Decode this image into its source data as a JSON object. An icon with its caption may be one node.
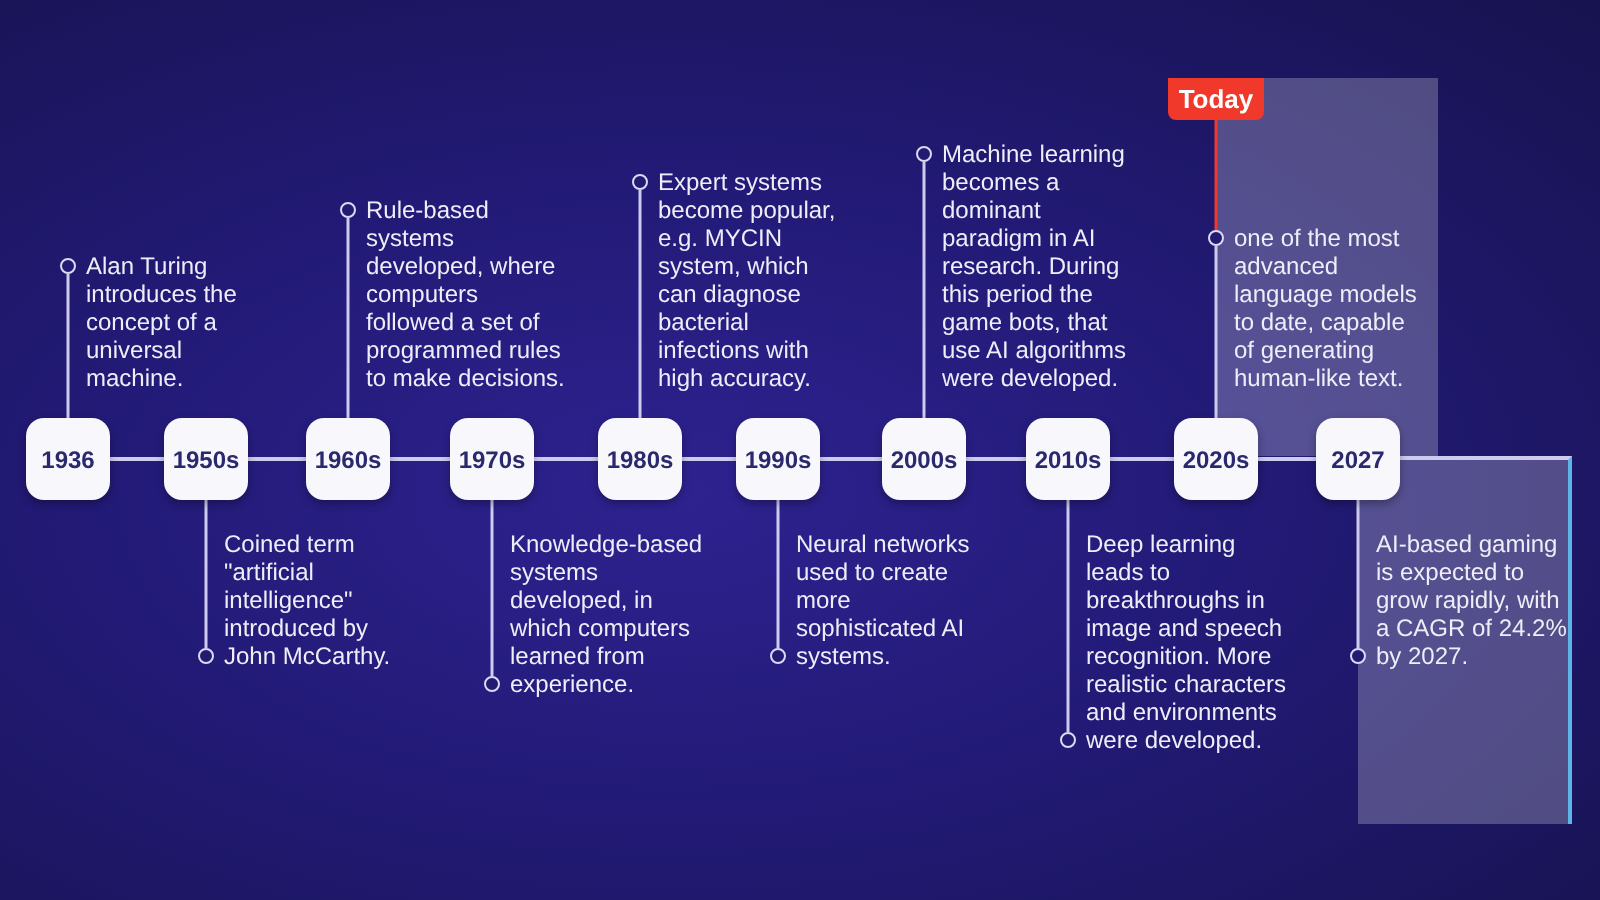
{
  "diagram": {
    "nodes": [
      {
        "text": [
          "1936"
        ]
      },
      {
        "text": [
          "1950s"
        ]
      },
      {
        "text": [
          "1960s"
        ]
      },
      {
        "text": [
          "1970s"
        ]
      },
      {
        "text": [
          "1980s"
        ]
      },
      {
        "text": [
          "1990s"
        ]
      },
      {
        "text": [
          "2000s"
        ]
      },
      {
        "text": [
          "2010s"
        ]
      },
      {
        "text": [
          "2020s"
        ]
      },
      {
        "text": [
          "2027"
        ]
      },
      {
        "text": [],
        "shape": "circle",
        "beside": [
          "Alan Turing introduces the concept of a universal machine."
        ]
      },
      {
        "text": [],
        "shape": "circle",
        "beside": [
          "Coined term \"artificial intelligence\" introduced by John McCarthy."
        ]
      },
      {
        "text": [],
        "shape": "circle",
        "beside": [
          "Rule-based systems developed, where computers followed a set of programmed rules to make decisions."
        ]
      },
      {
        "text": [],
        "shape": "circle",
        "beside": [
          "Knowledge-based systems developed, in which computers learned from experience."
        ]
      },
      {
        "text": [],
        "shape": "circle",
        "beside": [
          "Expert systems become popular, e.g. MYCIN system, which can diagnose bacterial infections with high accuracy."
        ]
      },
      {
        "text": [],
        "shape": "circle",
        "beside": [
          "Neural networks used to create more sophisticated AI systems."
        ]
      },
      {
        "text": [],
        "shape": "circle",
        "beside": [
          "Machine learning becomes a dominant paradigm in AI research. During this period the game bots, that use AI algorithms were developed."
        ]
      },
      {
        "text": [],
        "shape": "circle",
        "beside": [
          "Deep learning leads to breakthroughs in image and speech recognition. More realistic characters and environments were developed."
        ]
      },
      {
        "text": [],
        "shape": "circle",
        "beside": [
          "one of the most advanced language models to date, capable of generating human-like text."
        ]
      },
      {
        "text": [],
        "shape": "circle",
        "beside": [
          "AI-based gaming is expected to grow rapidly, with a CAGR of 24.2% by 2027."
        ]
      },
      {
        "text": [
          "Today"
        ]
      }
    ],
    "edges": [
      {
        "from": 0,
        "to": 1,
        "arrow": "none"
      },
      {
        "from": 1,
        "to": 2,
        "arrow": "none"
      },
      {
        "from": 2,
        "to": 3,
        "arrow": "none"
      },
      {
        "from": 3,
        "to": 4,
        "arrow": "none"
      },
      {
        "from": 4,
        "to": 5,
        "arrow": "none"
      },
      {
        "from": 5,
        "to": 6,
        "arrow": "none"
      },
      {
        "from": 6,
        "to": 7,
        "arrow": "none"
      },
      {
        "from": 7,
        "to": 8,
        "arrow": "none"
      },
      {
        "from": 8,
        "to": 9,
        "arrow": "none"
      },
      {
        "from": 0,
        "to": 10,
        "arrow": "none"
      },
      {
        "from": 1,
        "to": 11,
        "arrow": "none"
      },
      {
        "from": 2,
        "to": 12,
        "arrow": "none"
      },
      {
        "from": 3,
        "to": 13,
        "arrow": "none"
      },
      {
        "from": 4,
        "to": 14,
        "arrow": "none"
      },
      {
        "from": 5,
        "to": 15,
        "arrow": "none"
      },
      {
        "from": 6,
        "to": 16,
        "arrow": "none"
      },
      {
        "from": 7,
        "to": 17,
        "arrow": "none"
      },
      {
        "from": 8,
        "to": 18,
        "arrow": "none"
      },
      {
        "from": 9,
        "to": 19,
        "arrow": "none"
      },
      {
        "from": 20,
        "to": 18,
        "arrow": "none",
        "color": "#f0392b"
      }
    ]
  }
}
